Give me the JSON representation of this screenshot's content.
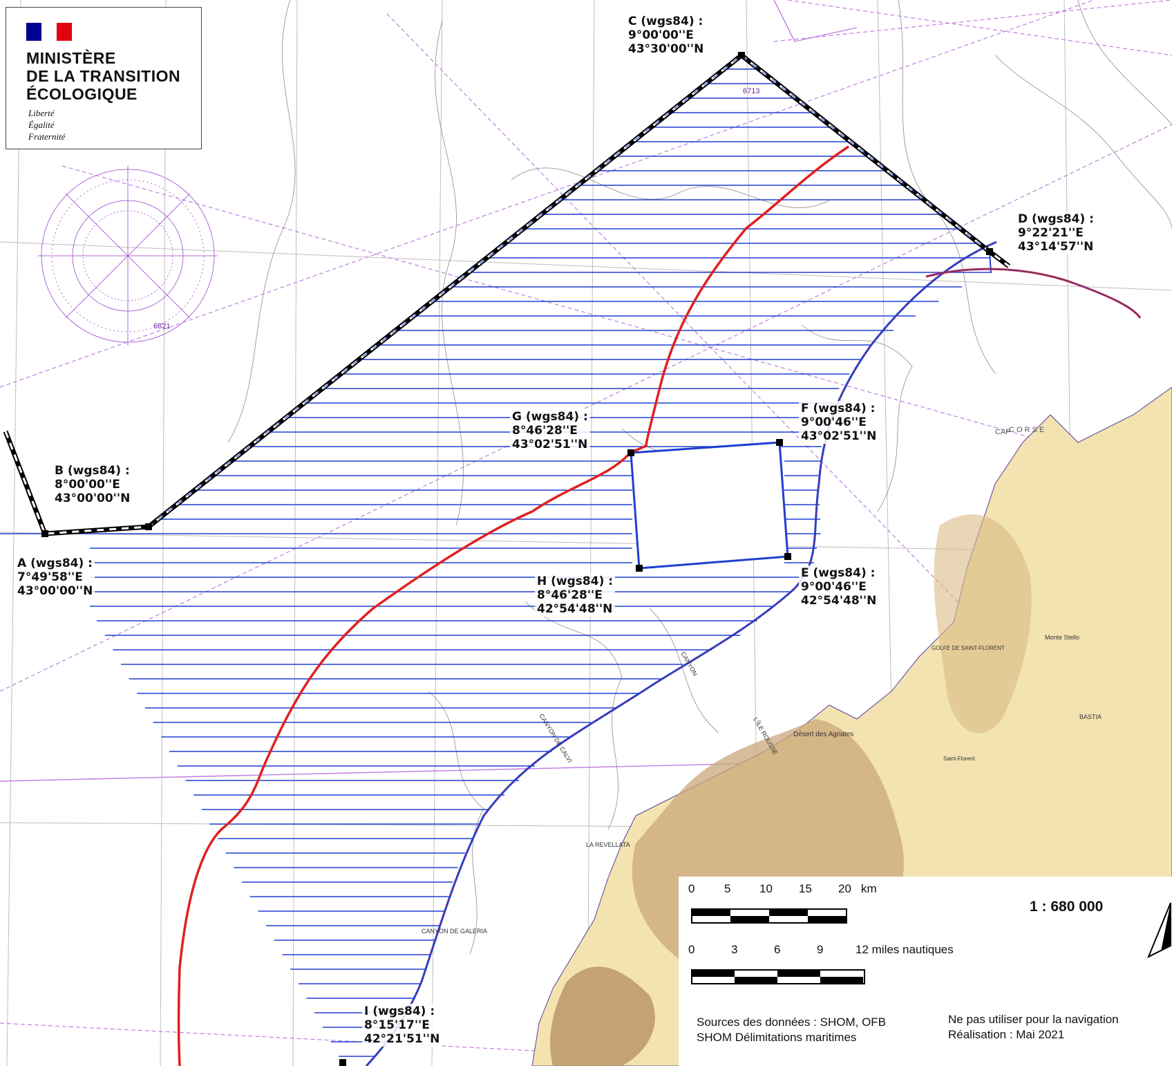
{
  "logo": {
    "flag_colors": [
      "#000091",
      "#ffffff",
      "#e1000f"
    ],
    "ministry_lines": [
      "MINISTÈRE",
      "DE LA TRANSITION",
      "ÉCOLOGIQUE"
    ],
    "motto": [
      "Liberté",
      "Égalité",
      "Fraternité"
    ]
  },
  "points": [
    {
      "id": "C",
      "name": "C (wgs84) :",
      "lon": "9°00'00''E",
      "lat": "43°30'00''N"
    },
    {
      "id": "D",
      "name": "D (wgs84) :",
      "lon": "9°22'21''E",
      "lat": "43°14'57''N"
    },
    {
      "id": "B",
      "name": "B (wgs84) :",
      "lon": "8°00'00''E",
      "lat": "43°00'00''N"
    },
    {
      "id": "A",
      "name": "A (wgs84) :",
      "lon": "7°49'58''E",
      "lat": "43°00'00''N"
    },
    {
      "id": "G",
      "name": "G (wgs84) :",
      "lon": "8°46'28''E",
      "lat": "43°02'51''N"
    },
    {
      "id": "F",
      "name": "F (wgs84) :",
      "lon": "9°00'46''E",
      "lat": "43°02'51''N"
    },
    {
      "id": "H",
      "name": "H (wgs84) :",
      "lon": "8°46'28''E",
      "lat": "42°54'48''N"
    },
    {
      "id": "E",
      "name": "E (wgs84) :",
      "lon": "9°00'46''E",
      "lat": "42°54'48''N"
    },
    {
      "id": "I",
      "name": "I (wgs84) :",
      "lon": "8°15'17''E",
      "lat": "42°21'51''N"
    }
  ],
  "chart_labels": {
    "compass_rose_id": "6821",
    "chart_id": "6713",
    "island": "C O R S E",
    "cape": "CAP",
    "desert": "Désert des Agriates",
    "golfe": "GOLFE DE SAINT-FLORENT",
    "revellata": "LA REVELLATA",
    "canyon_calvi": "CANYON DE CALVI",
    "canyon_galeria": "CANYON DE GALERIA",
    "ile_rousse": "L'ÎLE ROUSSE",
    "bastia": "BASTIA",
    "saint_florent": "Saint-Florent",
    "monte_stello": "Monte Stello",
    "canyon": "CANYON"
  },
  "scalebar": {
    "km_ticks": [
      "0",
      "5",
      "10",
      "15",
      "20"
    ],
    "km_unit": "km",
    "nm_ticks": [
      "0",
      "3",
      "6",
      "9"
    ],
    "nm_unit": "12 miles nautiques",
    "ratio": "1 : 680 000"
  },
  "legend": {
    "sources_line1": "Sources des données : SHOM, OFB",
    "sources_line2": "SHOM Délimitations maritimes",
    "warning": "Ne pas utiliser pour la navigation",
    "date": "Réalisation : Mai 2021"
  },
  "colors": {
    "zone_hatch": "#1f3fd0",
    "boundary_red": "#e02020",
    "chart_magenta": "#b04fd0",
    "land": "#f3e3b0",
    "relief": "#c9a77a",
    "sea_grid": "#b9b9b9"
  }
}
